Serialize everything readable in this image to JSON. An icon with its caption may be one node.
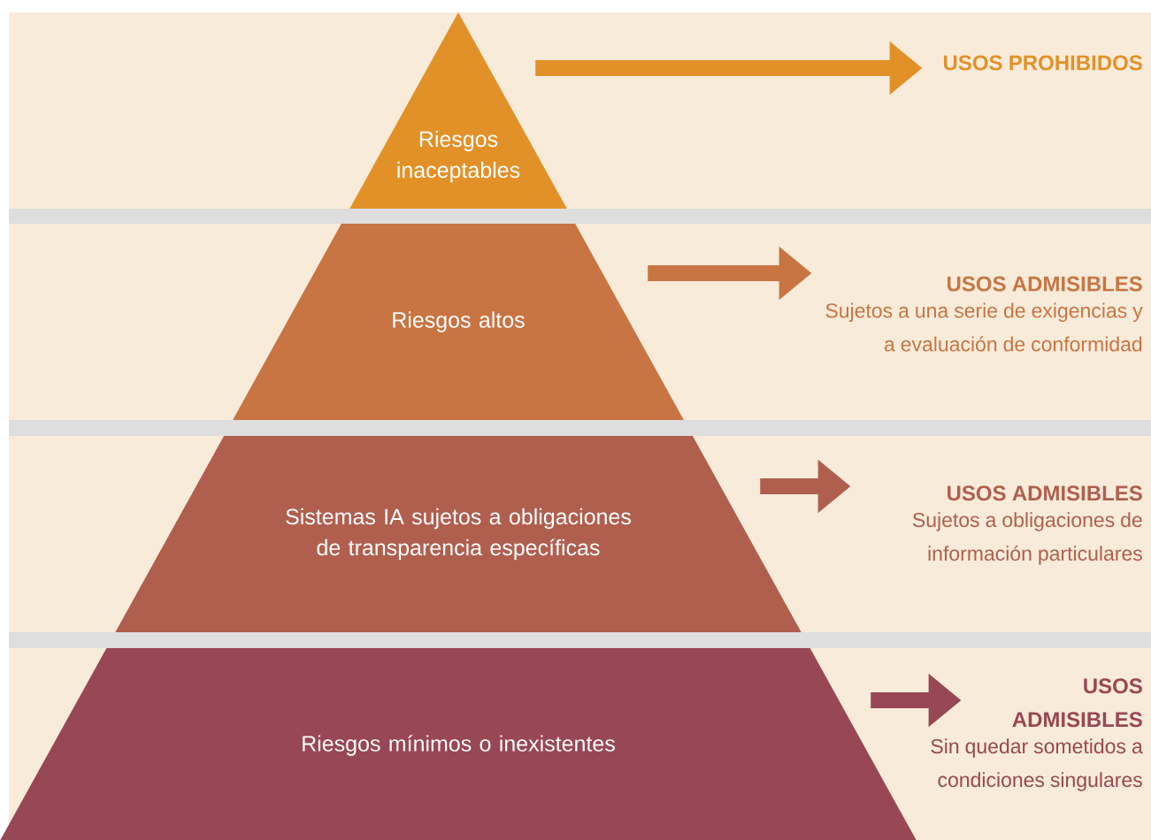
{
  "diagram": {
    "nodes": [
      {
        "text": [
          "Riesgos inaceptables"
        ]
      },
      {
        "text": [
          "USOS PROHIBIDOS"
        ]
      },
      {
        "text": [
          "Riesgos altos"
        ]
      },
      {
        "text": [
          "USOS ADMISIBLES",
          "Sujetos a una serie de exigencias y a evaluación de conformidad"
        ]
      },
      {
        "text": [
          "Sistemas IA sujetos a obligaciones de transparencia específicas"
        ]
      },
      {
        "text": [
          "USOS ADMISIBLES",
          "Sujetos a obligaciones de información particulares"
        ]
      },
      {
        "text": [
          "Riesgos mínimos o inexistentes"
        ]
      },
      {
        "text": [
          "USOS ADMISIBLES",
          "Sin quedar sometidos a condiciones singulares"
        ]
      }
    ],
    "edges": [
      {
        "from": 0,
        "to": 1,
        "arrow": "to",
        "color": "#e29128"
      },
      {
        "from": 2,
        "to": 3,
        "arrow": "to",
        "color": "#c87543"
      },
      {
        "from": 4,
        "to": 5,
        "arrow": "to",
        "color": "#b05f4f"
      },
      {
        "from": 6,
        "to": 7,
        "arrow": "to",
        "color": "#984755"
      }
    ]
  }
}
